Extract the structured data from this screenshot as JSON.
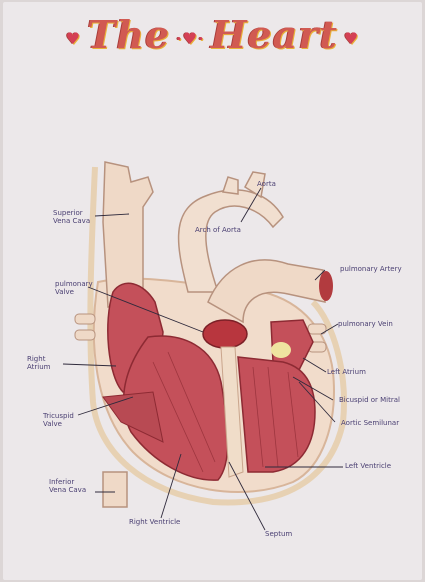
{
  "title": {
    "word1": "The",
    "word2": "Heart",
    "decoration_icon": "heart-icon"
  },
  "labels": {
    "superior_vena_cava": "Superior\nVena Cava",
    "aorta": "Aorta",
    "arch_of_aorta": "Arch of Aorta",
    "pulmonary_artery": "pulmonary Artery",
    "pulmonary_valve": "pulmonary\nValve",
    "pulmonary_vein": "pulmonary Vein",
    "right_atrium": "Right\nAtrium",
    "left_atrium": "Left Atrium",
    "bicuspid_valve": "Bicuspid or Mitral",
    "aortic_semilunar": "Aortic Semilunar",
    "tricuspid_valve": "Tricuspid\nValve",
    "left_ventricle": "Left Ventricle",
    "inferior_vena_cava": "Inferior\nVena Cava",
    "right_ventricle": "Right Ventricle",
    "septum": "Septum"
  },
  "colors": {
    "title": "#d15a52",
    "label_ink": "#4a3f72",
    "muscle": "#c4505a",
    "vessel": "#efd9c7",
    "decoration": "#d44055"
  }
}
